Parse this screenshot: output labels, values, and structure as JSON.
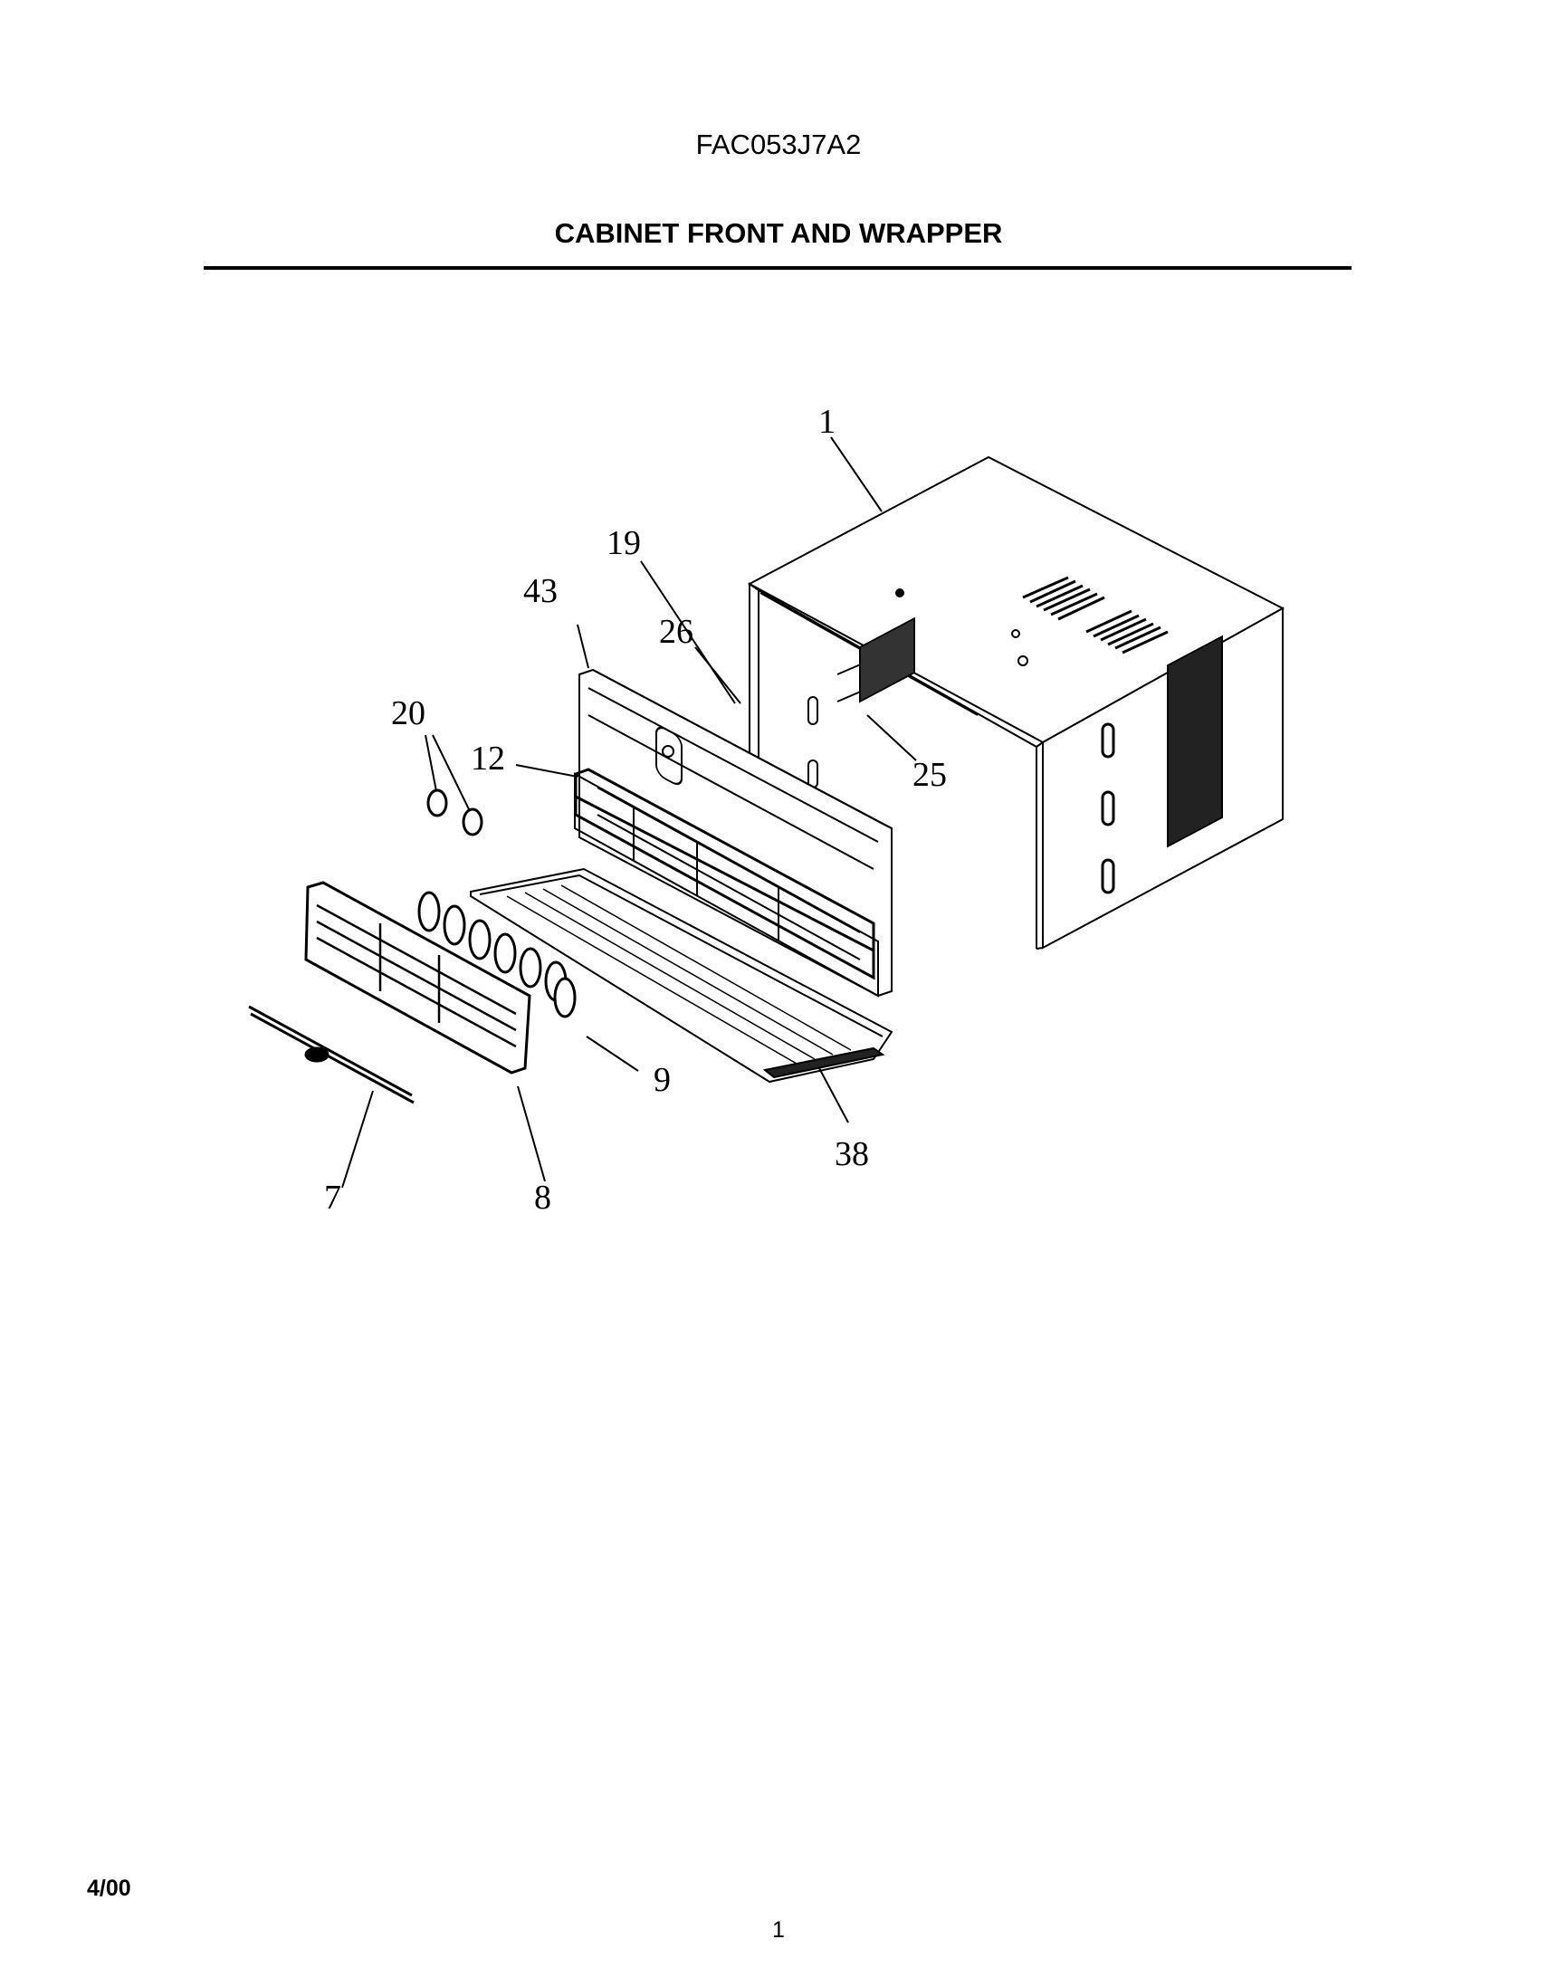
{
  "header": {
    "model_number": "FAC053J7A2",
    "section_title": "CABINET FRONT AND WRAPPER"
  },
  "callouts": {
    "c1": "1",
    "c7": "7",
    "c8": "8",
    "c9": "9",
    "c12": "12",
    "c19": "19",
    "c20": "20",
    "c25": "25",
    "c26": "26",
    "c38": "38",
    "c43": "43"
  },
  "footer": {
    "date": "4/00",
    "page": "1"
  }
}
